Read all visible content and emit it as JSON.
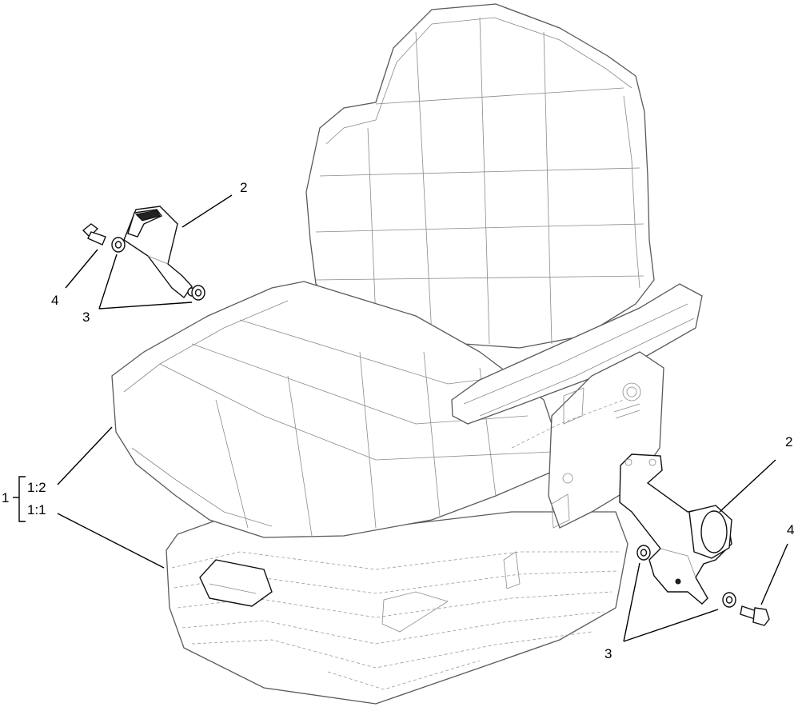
{
  "callouts": {
    "belt_left": "2",
    "belt_right": "2",
    "washer_left": "3",
    "washer_right": "3",
    "bolt_left": "4",
    "bolt_right": "4",
    "assembly": "1",
    "seat_variant_a": "1:2",
    "seat_variant_b": "1:1"
  },
  "icons": {
    "operator_seat": "operator-seat-icon",
    "seat_belt_buckle": "seat-belt-buckle-icon",
    "seat_belt_retractor": "seat-belt-retractor-icon",
    "washer": "washer-icon",
    "bolt": "bolt-icon"
  }
}
